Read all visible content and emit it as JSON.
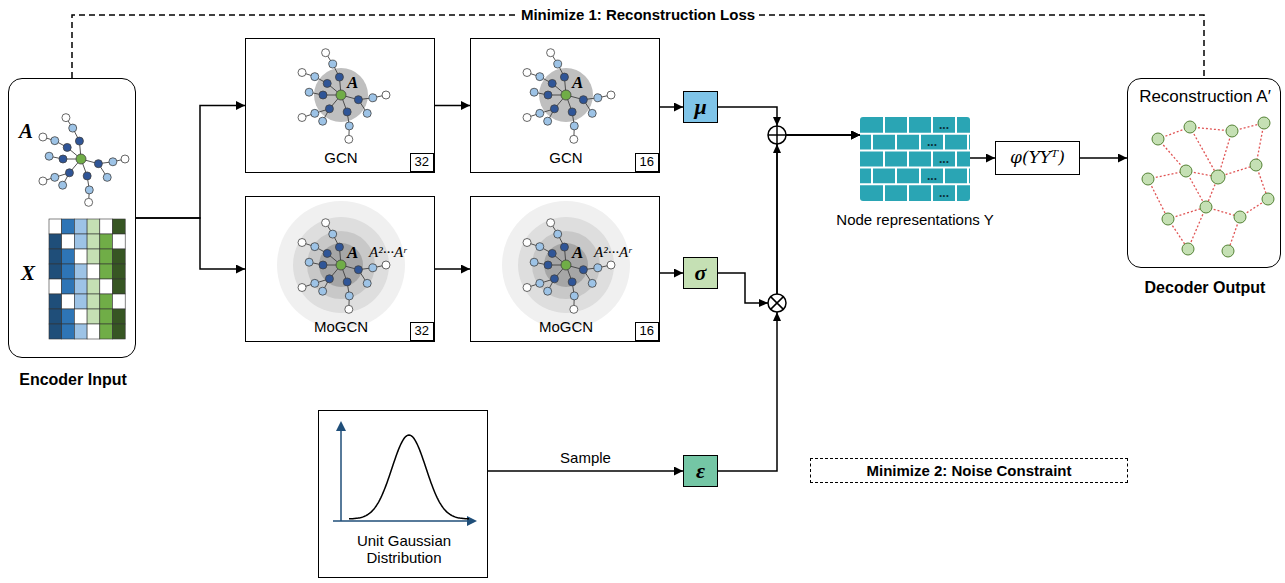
{
  "diagram": {
    "nodes": [
      {
        "text": [
          "A",
          "X",
          "Encoder Input"
        ]
      },
      {
        "text": [
          "A",
          "GCN",
          "32"
        ]
      },
      {
        "text": [
          "A",
          "GCN",
          "16"
        ]
      },
      {
        "text": [
          "μ"
        ]
      },
      {
        "text": [
          "A",
          "A²···Aʳ",
          "MoGCN",
          "32"
        ]
      },
      {
        "text": [
          "A",
          "A²···Aʳ",
          "MoGCN",
          "16"
        ]
      },
      {
        "text": [
          "σ"
        ]
      },
      {
        "text": [
          "Unit Gaussian Distribution"
        ]
      },
      {
        "text": [
          "ε"
        ]
      },
      {
        "text": [
          "...",
          "...",
          "...",
          "...",
          "...",
          "Node representations Y"
        ]
      },
      {
        "text": [
          "φ(YYᵀ)"
        ]
      },
      {
        "text": [
          "Reconstruction A′",
          "Decoder Output"
        ]
      },
      {
        "text": [
          "Minimize 2: Noise Constraint"
        ]
      }
    ],
    "edges": [
      {
        "from": 0,
        "to": 1,
        "arrow": "to"
      },
      {
        "from": 0,
        "to": 4,
        "arrow": "to"
      },
      {
        "from": 1,
        "to": 2,
        "arrow": "to"
      },
      {
        "from": 2,
        "to": 3,
        "arrow": "to"
      },
      {
        "from": 4,
        "to": 5,
        "arrow": "to"
      },
      {
        "from": 5,
        "to": 6,
        "arrow": "to"
      },
      {
        "from": 3,
        "to": 9,
        "arrow": "to"
      },
      {
        "from": 6,
        "to": 9,
        "arrow": "to"
      },
      {
        "from": 8,
        "to": 9,
        "arrow": "to"
      },
      {
        "from": 7,
        "to": 8,
        "label": "Sample",
        "arrow": "to"
      },
      {
        "from": 9,
        "to": 10,
        "arrow": "to"
      },
      {
        "from": 10,
        "to": 11,
        "arrow": "to"
      },
      {
        "from": 0,
        "to": 11,
        "label": "Minimize 1: Reconstruction Loss",
        "arrow": "none"
      }
    ]
  }
}
